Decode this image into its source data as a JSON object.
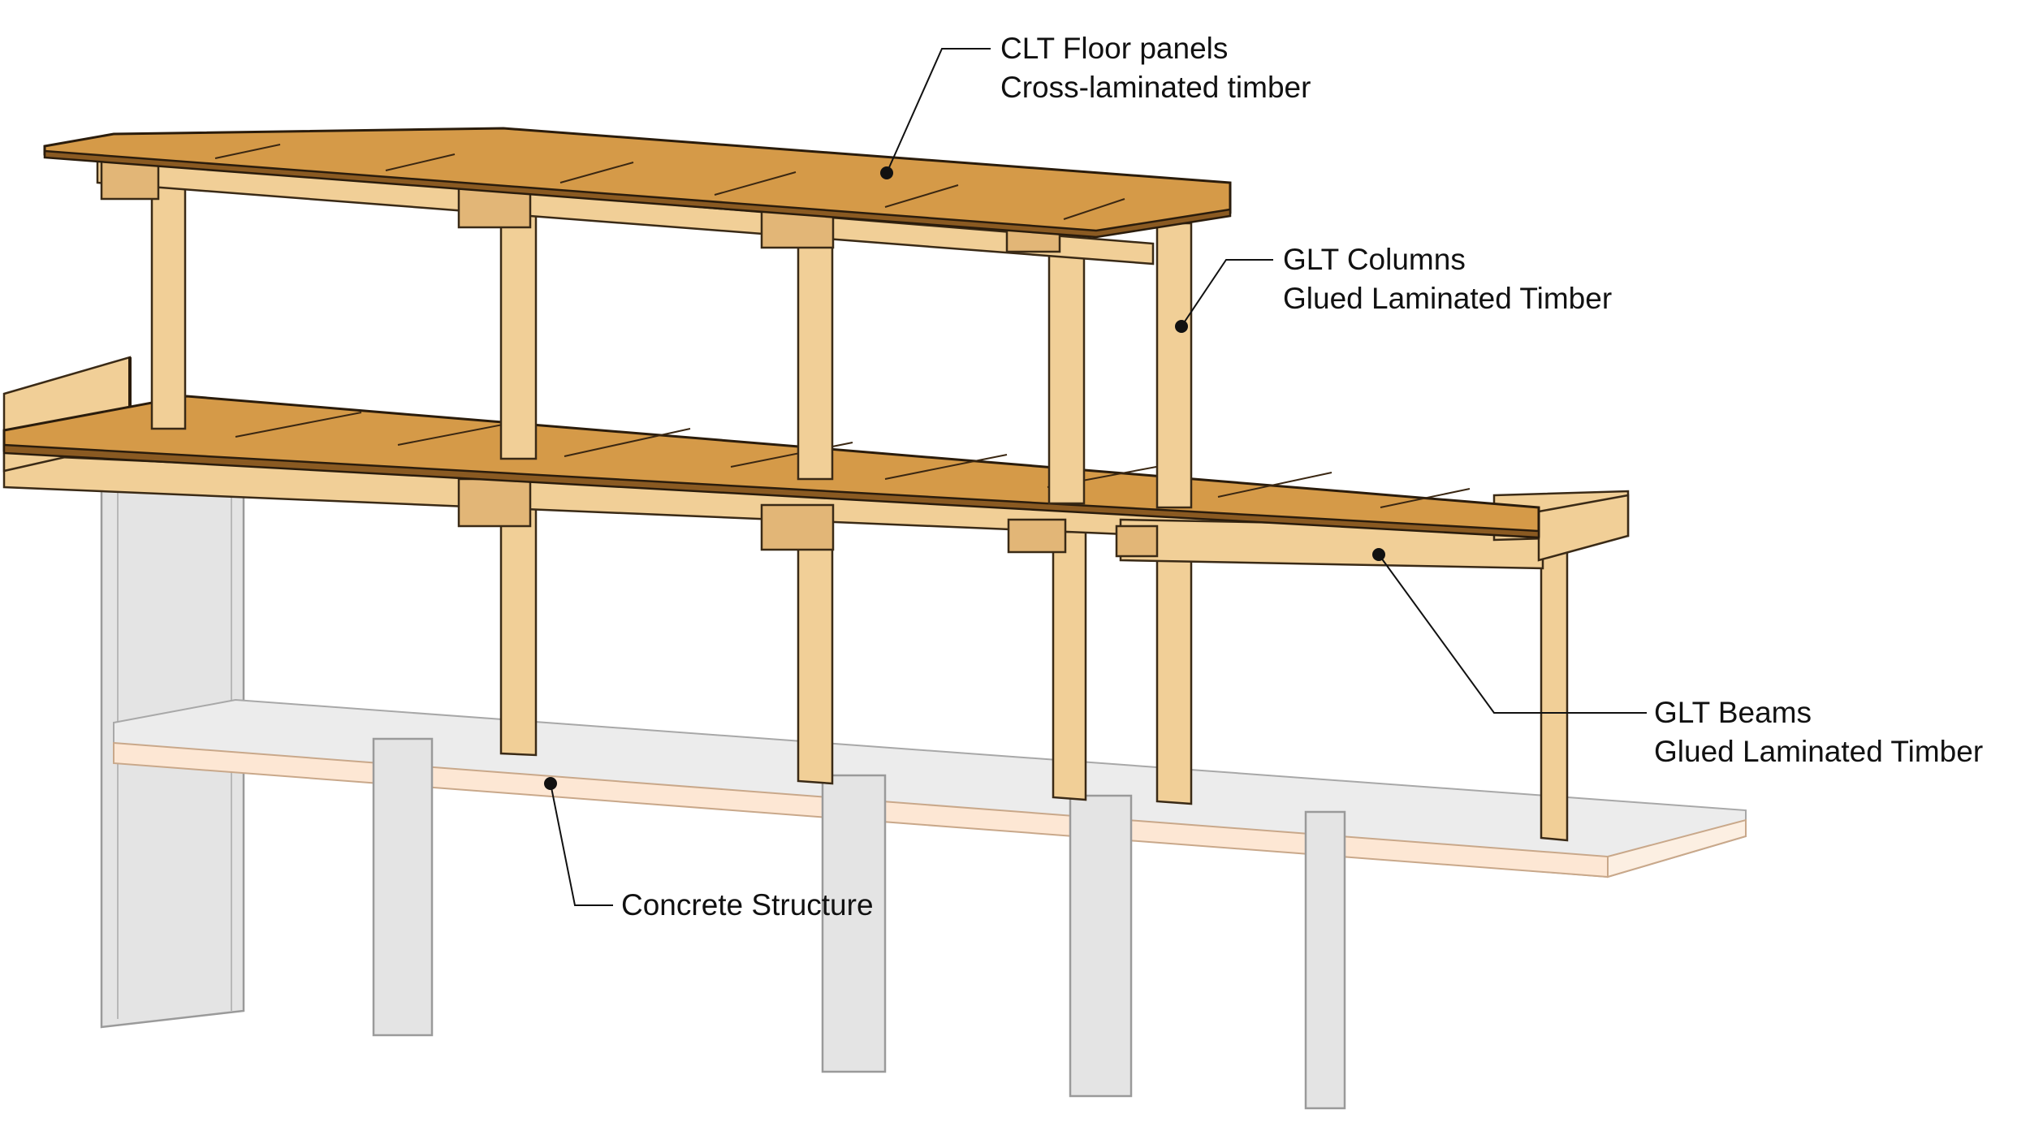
{
  "diagram": {
    "labels": {
      "clt_floor": {
        "line1": "CLT Floor panels",
        "line2": "Cross-laminated timber"
      },
      "glt_columns": {
        "line1": "GLT Columns",
        "line2": "Glued Laminated Timber"
      },
      "glt_beams": {
        "line1": "GLT Beams",
        "line2": "Glued Laminated Timber"
      },
      "concrete": {
        "line1": "Concrete Structure"
      }
    },
    "colors": {
      "clt_panel": "#d59a48",
      "glt_member": "#f1cf97",
      "concrete": "#e4e4e4",
      "concrete_slab_edge": "#fde7d4",
      "ink": "#111111"
    }
  }
}
